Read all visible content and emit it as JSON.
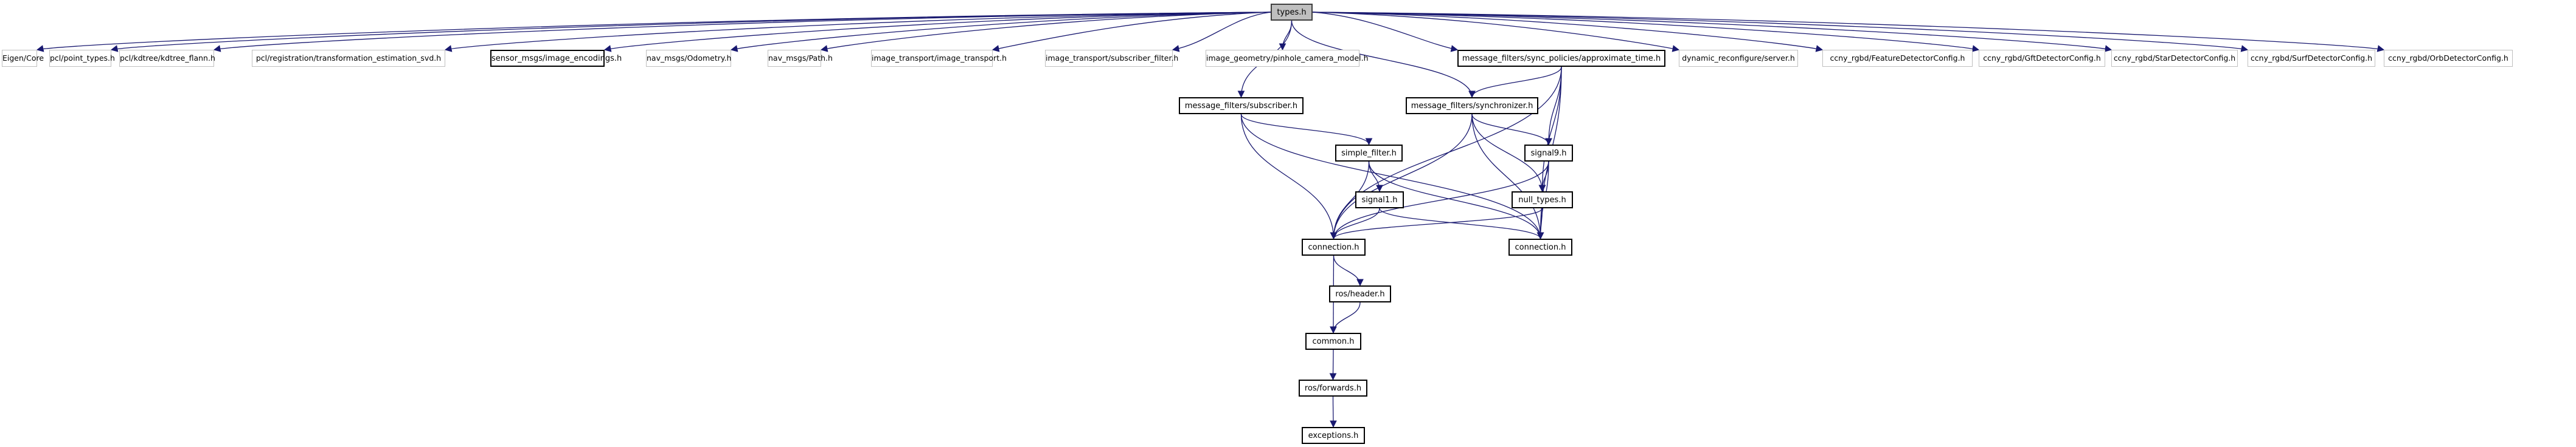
{
  "diagram": {
    "type": "include-dependency-graph",
    "colors": {
      "edge": "#191970",
      "root_fill": "#bfbfbf",
      "external_border": "#bfbfbf",
      "internal_border": "#000000"
    },
    "nodes": [
      {
        "id": "types",
        "label": "types.h",
        "kind": "root"
      },
      {
        "id": "eigen",
        "label": "Eigen/Core",
        "kind": "ext"
      },
      {
        "id": "pcl_pt",
        "label": "pcl/point_types.h",
        "kind": "ext"
      },
      {
        "id": "pcl_kd",
        "label": "pcl/kdtree/kdtree_flann.h",
        "kind": "ext"
      },
      {
        "id": "pcl_reg",
        "label": "pcl/registration/transformation_estimation_svd.h",
        "kind": "ext"
      },
      {
        "id": "sensor_enc",
        "label": "sensor_msgs/image_encodings.h",
        "kind": "int"
      },
      {
        "id": "nav_odom",
        "label": "nav_msgs/Odometry.h",
        "kind": "ext"
      },
      {
        "id": "nav_path",
        "label": "nav_msgs/Path.h",
        "kind": "ext"
      },
      {
        "id": "it_it",
        "label": "image_transport/image_transport.h",
        "kind": "ext"
      },
      {
        "id": "it_sub",
        "label": "image_transport/subscriber_filter.h",
        "kind": "ext"
      },
      {
        "id": "ig_pin",
        "label": "image_geometry/pinhole_camera_model.h",
        "kind": "ext"
      },
      {
        "id": "mf_approx",
        "label": "message_filters/sync_policies/approximate_time.h",
        "kind": "int"
      },
      {
        "id": "dyn_srv",
        "label": "dynamic_reconfigure/server.h",
        "kind": "ext"
      },
      {
        "id": "cc_feat",
        "label": "ccny_rgbd/FeatureDetectorConfig.h",
        "kind": "ext"
      },
      {
        "id": "cc_gft",
        "label": "ccny_rgbd/GftDetectorConfig.h",
        "kind": "ext"
      },
      {
        "id": "cc_star",
        "label": "ccny_rgbd/StarDetectorConfig.h",
        "kind": "ext"
      },
      {
        "id": "cc_surf",
        "label": "ccny_rgbd/SurfDetectorConfig.h",
        "kind": "ext"
      },
      {
        "id": "cc_orb",
        "label": "ccny_rgbd/OrbDetectorConfig.h",
        "kind": "ext"
      },
      {
        "id": "mf_sub",
        "label": "message_filters/subscriber.h",
        "kind": "int"
      },
      {
        "id": "mf_sync",
        "label": "message_filters/synchronizer.h",
        "kind": "int"
      },
      {
        "id": "simple",
        "label": "simple_filter.h",
        "kind": "int"
      },
      {
        "id": "signal9",
        "label": "signal9.h",
        "kind": "int"
      },
      {
        "id": "signal1",
        "label": "signal1.h",
        "kind": "int"
      },
      {
        "id": "nulltypes",
        "label": "null_types.h",
        "kind": "int"
      },
      {
        "id": "conn_l",
        "label": "connection.h",
        "kind": "int"
      },
      {
        "id": "conn_r",
        "label": "connection.h",
        "kind": "int"
      },
      {
        "id": "header",
        "label": "ros/header.h",
        "kind": "int"
      },
      {
        "id": "common",
        "label": "common.h",
        "kind": "int"
      },
      {
        "id": "forwards",
        "label": "ros/forwards.h",
        "kind": "int"
      },
      {
        "id": "exceptions",
        "label": "exceptions.h",
        "kind": "int"
      }
    ],
    "edges": [
      [
        "types",
        "eigen"
      ],
      [
        "types",
        "pcl_pt"
      ],
      [
        "types",
        "pcl_kd"
      ],
      [
        "types",
        "pcl_reg"
      ],
      [
        "types",
        "sensor_enc"
      ],
      [
        "types",
        "nav_odom"
      ],
      [
        "types",
        "nav_path"
      ],
      [
        "types",
        "it_it"
      ],
      [
        "types",
        "it_sub"
      ],
      [
        "types",
        "ig_pin"
      ],
      [
        "types",
        "mf_approx"
      ],
      [
        "types",
        "dyn_srv"
      ],
      [
        "types",
        "cc_feat"
      ],
      [
        "types",
        "cc_gft"
      ],
      [
        "types",
        "cc_star"
      ],
      [
        "types",
        "cc_surf"
      ],
      [
        "types",
        "cc_orb"
      ],
      [
        "types",
        "mf_sub"
      ],
      [
        "types",
        "mf_sync"
      ],
      [
        "mf_approx",
        "mf_sync"
      ],
      [
        "mf_approx",
        "signal9"
      ],
      [
        "mf_approx",
        "nulltypes"
      ],
      [
        "mf_approx",
        "conn_r"
      ],
      [
        "mf_approx",
        "conn_l"
      ],
      [
        "mf_sub",
        "simple"
      ],
      [
        "mf_sub",
        "conn_l"
      ],
      [
        "mf_sub",
        "conn_r"
      ],
      [
        "mf_sync",
        "signal9"
      ],
      [
        "mf_sync",
        "nulltypes"
      ],
      [
        "mf_sync",
        "conn_r"
      ],
      [
        "mf_sync",
        "conn_l"
      ],
      [
        "simple",
        "signal1"
      ],
      [
        "simple",
        "conn_l"
      ],
      [
        "simple",
        "conn_r"
      ],
      [
        "signal9",
        "nulltypes"
      ],
      [
        "signal9",
        "conn_l"
      ],
      [
        "signal9",
        "conn_r"
      ],
      [
        "signal1",
        "conn_l"
      ],
      [
        "signal1",
        "conn_r"
      ],
      [
        "nulltypes",
        "conn_l"
      ],
      [
        "nulltypes",
        "conn_r"
      ],
      [
        "conn_l",
        "header"
      ],
      [
        "conn_l",
        "common"
      ],
      [
        "header",
        "common"
      ],
      [
        "common",
        "forwards"
      ],
      [
        "forwards",
        "exceptions"
      ]
    ]
  }
}
